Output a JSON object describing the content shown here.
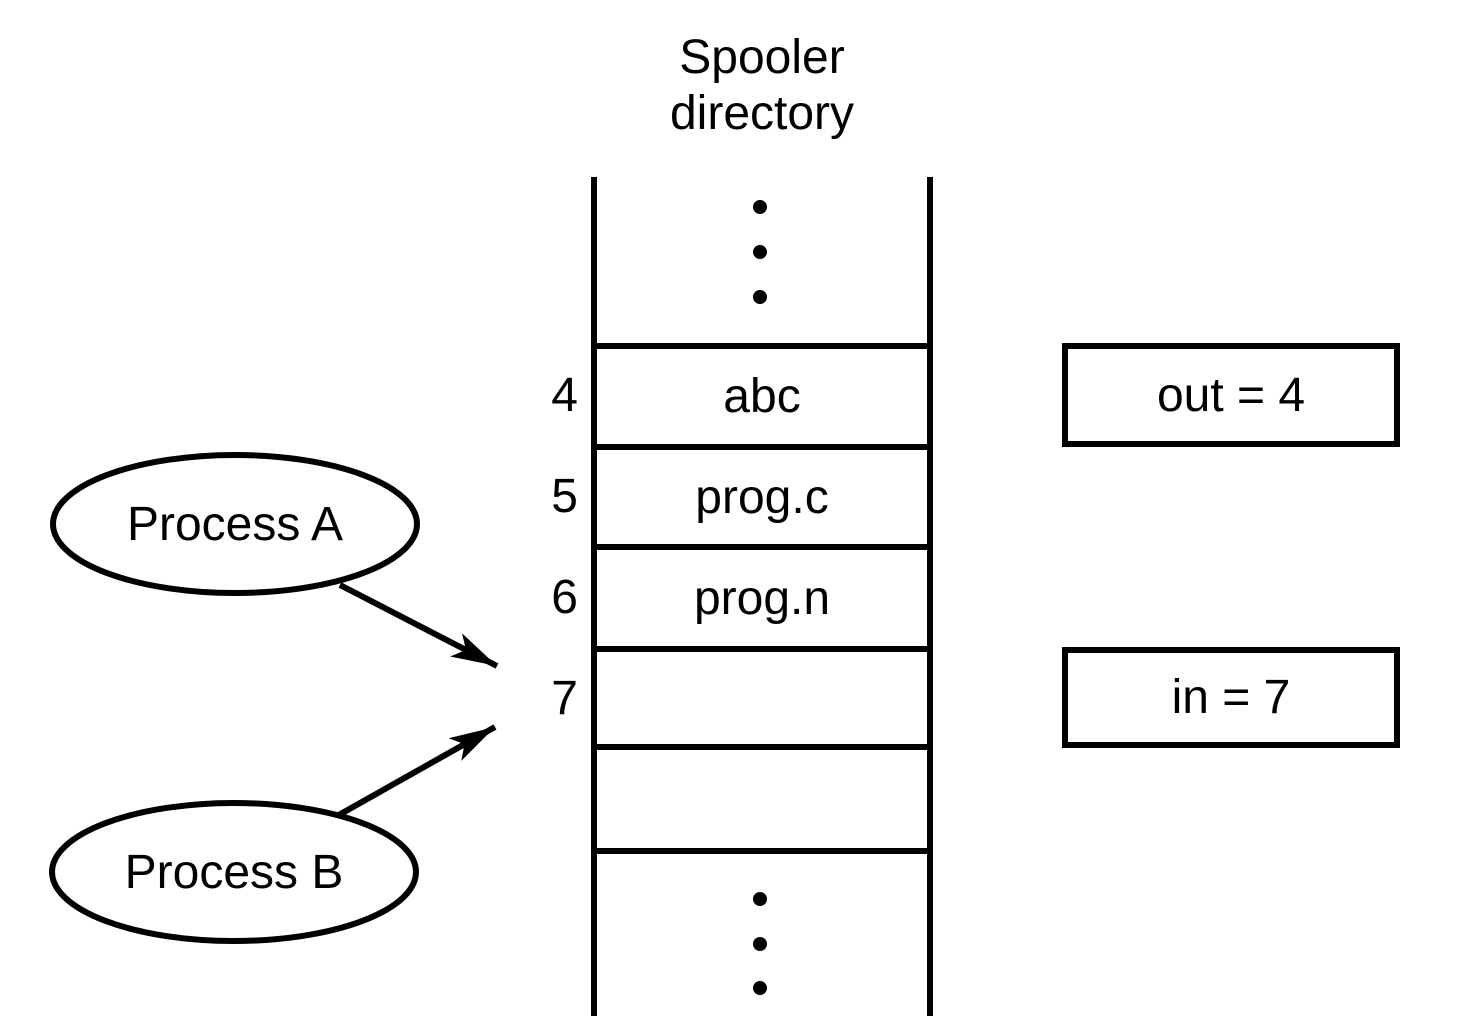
{
  "figure": {
    "title_line1": "Spooler",
    "title_line2": "directory",
    "slots": [
      {
        "index": "4",
        "content": "abc"
      },
      {
        "index": "5",
        "content": "prog.c"
      },
      {
        "index": "6",
        "content": "prog.n"
      },
      {
        "index": "7",
        "content": ""
      },
      {
        "index": "",
        "content": ""
      }
    ],
    "processes": [
      {
        "label": "Process A"
      },
      {
        "label": "Process B"
      }
    ],
    "pointers": {
      "out_label": "out = 4",
      "in_label": "in = 7"
    },
    "colors": {
      "ink": "#000000",
      "background": "#ffffff"
    }
  }
}
